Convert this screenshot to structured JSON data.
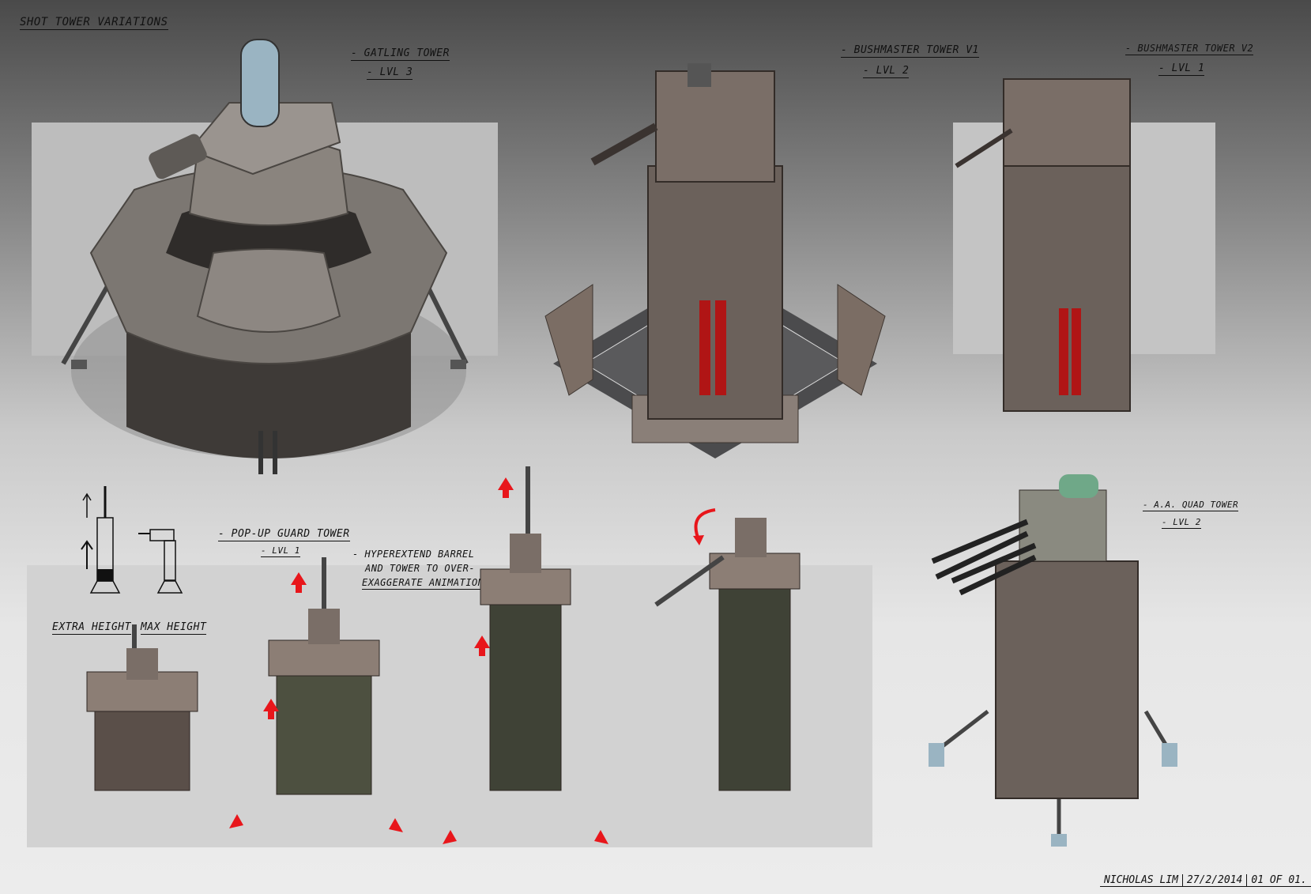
{
  "sheet_title": "SHOT TOWER VARIATIONS",
  "towers": {
    "gatling": {
      "name": "- GATLING TOWER",
      "level": "- LVL 3"
    },
    "bushmaster_v1": {
      "name": "- BUSHMASTER TOWER V1",
      "level": "- LVL 2"
    },
    "bushmaster_v2": {
      "name": "- BUSHMASTER TOWER V2",
      "level": "- LVL 1"
    },
    "popup_guard": {
      "name": "- POP-UP GUARD TOWER",
      "level": "- LVL 1"
    },
    "aa_quad": {
      "name": "- A.A. QUAD TOWER",
      "level": "- LVL 2"
    }
  },
  "notes": {
    "hyperextend": [
      "- HYPEREXTEND BARREL",
      "AND TOWER TO OVER-",
      "EXAGGERATE ANIMATION."
    ],
    "extra_height": "EXTRA HEIGHT",
    "max_height": "MAX HEIGHT"
  },
  "signature": {
    "author": "NICHOLAS LIM",
    "date": "27/2/2014",
    "page": "01 OF 01."
  },
  "colors": {
    "metal_light": "#8c8680",
    "metal_dark": "#3e3a37",
    "glow_red": "#b01515",
    "arrow_red": "#e8161b",
    "glass": "#9ab4c2"
  }
}
